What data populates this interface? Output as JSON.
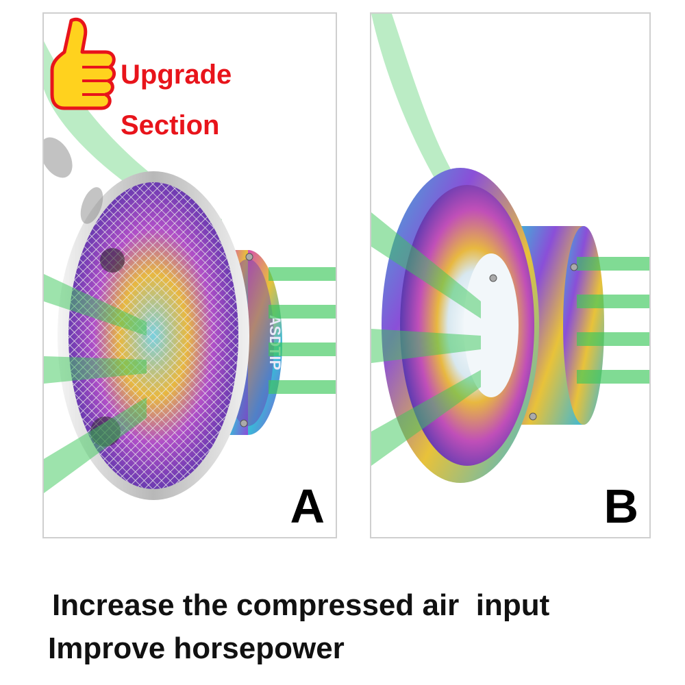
{
  "panel_a": {
    "banner_line1": "Upgrade",
    "banner_line2": "Section",
    "letter": "A",
    "mesh_brand": "ASDTIP"
  },
  "panel_b": {
    "letter": "B"
  },
  "captions": {
    "line1": "Increase the compressed air  input",
    "line2": "Improve horsepower"
  },
  "icons": {
    "banner_icon": "thumbs-up-icon"
  },
  "colors": {
    "banner_red": "#e8141b",
    "airflow_green": "#3cc85a",
    "thumb_yellow": "#ffd21e"
  }
}
